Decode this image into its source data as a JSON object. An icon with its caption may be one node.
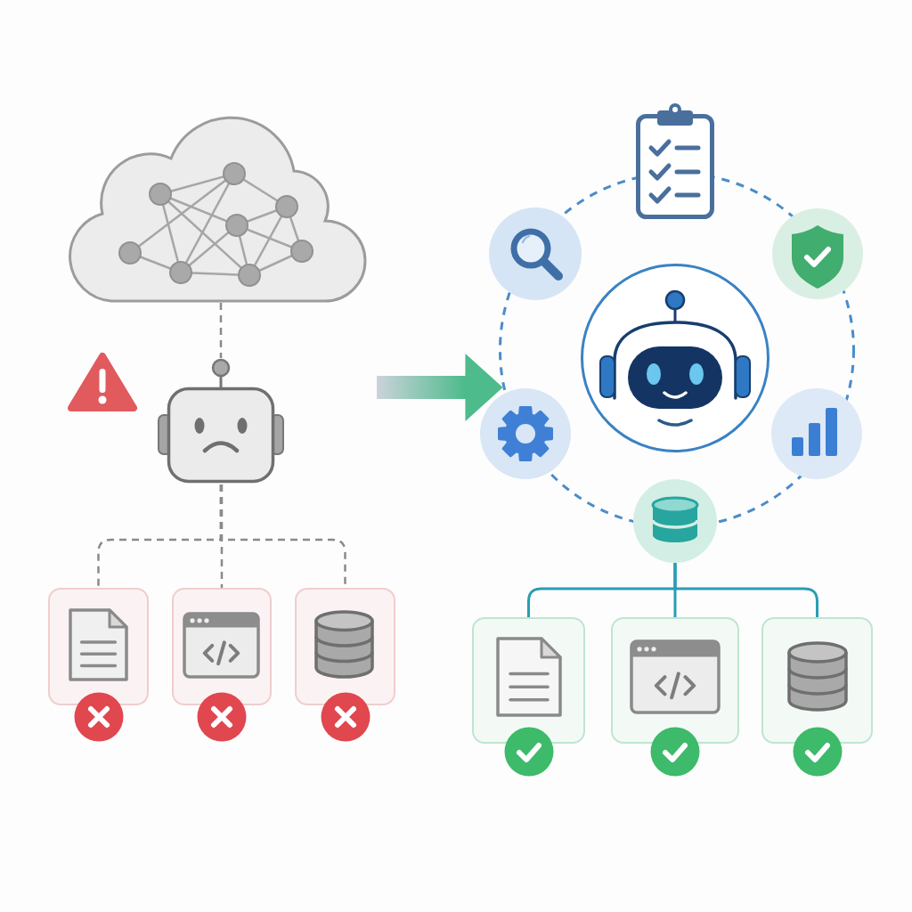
{
  "diagram": {
    "nodes": [
      {
        "text": [],
        "shape": "cloud"
      },
      {
        "text": [],
        "shape": "picture"
      },
      {
        "text": [],
        "shape": "box"
      },
      {
        "text": [],
        "shape": "box"
      },
      {
        "text": [],
        "shape": "box"
      },
      {
        "text": [],
        "shape": "circle"
      },
      {
        "text": [],
        "shape": "circle",
        "in": 5
      },
      {
        "text": [],
        "shape": "picture"
      },
      {
        "text": [],
        "shape": "circle"
      },
      {
        "text": [],
        "shape": "circle"
      },
      {
        "text": [],
        "shape": "circle"
      },
      {
        "text": [],
        "shape": "circle"
      },
      {
        "text": [],
        "shape": "circle"
      },
      {
        "text": [],
        "shape": "box"
      },
      {
        "text": [],
        "shape": "box"
      },
      {
        "text": [],
        "shape": "box"
      }
    ],
    "edges": [
      {
        "from": 0,
        "to": 1,
        "arrow": "none",
        "style": "dashed"
      },
      {
        "from": 1,
        "to": 2,
        "arrow": "none",
        "style": "dashed"
      },
      {
        "from": 1,
        "to": 3,
        "arrow": "none",
        "style": "dashed"
      },
      {
        "from": 1,
        "to": 4,
        "arrow": "none",
        "style": "dashed"
      },
      {
        "from": null,
        "to": 5,
        "arrow": "to",
        "style": "thick",
        "color": "#4dbb8c"
      },
      {
        "from": 12,
        "to": 13,
        "arrow": "none",
        "color": "#2a9db3"
      },
      {
        "from": 12,
        "to": 14,
        "arrow": "none",
        "color": "#2a9db3"
      },
      {
        "from": 12,
        "to": 15,
        "arrow": "none",
        "color": "#2a9db3"
      }
    ]
  }
}
